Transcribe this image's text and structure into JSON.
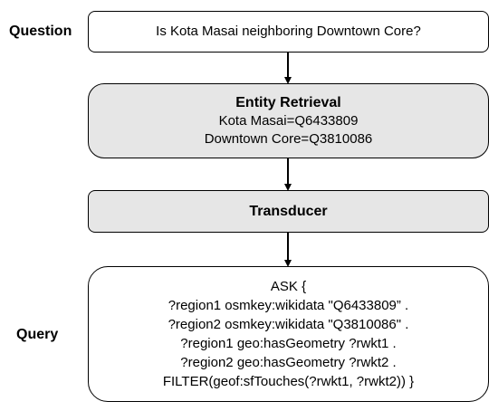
{
  "labels": {
    "question": "Question",
    "query": "Query"
  },
  "question_box": {
    "text": "Is Kota Masai neighboring Downtown Core?"
  },
  "entity_retrieval": {
    "title": "Entity Retrieval",
    "lines": [
      "Kota Masai=Q6433809",
      "Downtown Core=Q3810086"
    ]
  },
  "transducer": {
    "title": "Transducer"
  },
  "query_box": {
    "lines": [
      "ASK {",
      "?region1 osmkey:wikidata \"Q6433809” .",
      "?region2 osmkey:wikidata \"Q3810086\" .",
      "?region1 geo:hasGeometry ?rwkt1 .",
      "?region2 geo:hasGeometry ?rwkt2 .",
      "FILTER(geof:sfTouches(?rwkt1, ?rwkt2)) }"
    ]
  },
  "colors": {
    "box_fill_gray": "#e6e6e6",
    "box_fill_white": "#ffffff",
    "stroke": "#000000"
  }
}
